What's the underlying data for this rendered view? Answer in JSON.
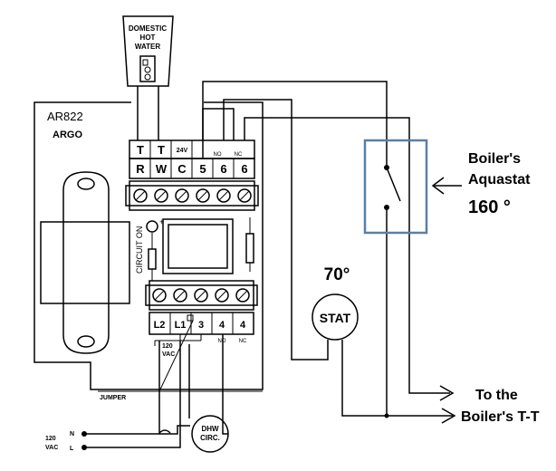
{
  "controller": {
    "model": "AR822",
    "brand": "ARGO",
    "terminal_top_labels": [
      "T",
      "T",
      "24V",
      "",
      "",
      ""
    ],
    "terminal_sub_labels": [
      "NO",
      "NC"
    ],
    "terminal_row_labels": [
      "R",
      "W",
      "C",
      "5",
      "6",
      "6"
    ],
    "bottom_terminal_labels": [
      "L2",
      "L1",
      "3",
      "4",
      "4"
    ],
    "bottom_sub_labels": [
      "NO",
      "NC"
    ],
    "circuit_on_label": "CIRCUIT ON",
    "voltage_label": [
      "120",
      "VAC"
    ],
    "jumper_label": "JUMPER"
  },
  "dhw_sensor": {
    "lines": [
      "DOMESTIC",
      "HOT",
      "WATER"
    ]
  },
  "aquastat": {
    "label_lines": [
      "Boiler's",
      "Aquastat"
    ],
    "temperature": "160 °"
  },
  "stat": {
    "label": "STAT",
    "temperature": "70°"
  },
  "output": {
    "lines": [
      "To the",
      "Boiler's T-T"
    ]
  },
  "supply": {
    "voltage": [
      "120",
      "VAC"
    ],
    "n_label": "N",
    "l_label": "L"
  },
  "dhw_circ": {
    "lines": [
      "DHW",
      "CIRC."
    ]
  },
  "colors": {
    "aquastat_box": "#5a7fa8",
    "line": "#000000"
  }
}
